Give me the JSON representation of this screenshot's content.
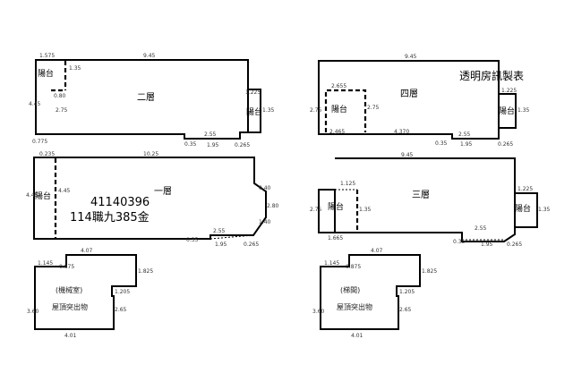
{
  "maker": "透明房訊製表",
  "case_no": "41140396",
  "case_label": "114職九385金",
  "floors": {
    "f2": {
      "name": "二層",
      "balcony_left": "陽台",
      "balcony_right": "陽台",
      "dims": [
        "1.575",
        "9.45",
        "1.35",
        "0.80",
        "2.75",
        "4.45",
        "0.775",
        "1.225",
        "1.35",
        "2.55",
        "1.95",
        "0.265",
        "0.35"
      ]
    },
    "f4": {
      "name": "四層",
      "balcony_left": "陽台",
      "balcony_right": "陽台",
      "dims": [
        "9.45",
        "2.655",
        "2.75",
        "2.465",
        "4.370",
        "1.225",
        "1.35",
        "2.55",
        "1.95",
        "0.265",
        "0.35",
        "2.75"
      ]
    },
    "f1": {
      "name": "一層",
      "balcony": "陽台",
      "dims": [
        "0.235",
        "10.25",
        "4.45",
        "4.45",
        "0.40",
        "2.80",
        "1.40",
        "2.55",
        "1.95",
        "0.265",
        "0.35"
      ]
    },
    "f3": {
      "name": "三層",
      "balcony_left": "陽台",
      "balcony_right": "陽台",
      "dims": [
        "9.45",
        "1.125",
        "2.75",
        "1.35",
        "1.665",
        "1.225",
        "1.35",
        "2.55",
        "1.95",
        "0.265",
        "0.35"
      ]
    },
    "roof_left": {
      "room": "(機械室)",
      "label": "屋頂突出物",
      "dims": [
        "4.07",
        "1.145",
        "0.875",
        "1.825",
        "1.205",
        "2.65",
        "3.60",
        "4.01"
      ]
    },
    "roof_right": {
      "room": "(梯間)",
      "label": "屋頂突出物",
      "dims": [
        "4.07",
        "1.145",
        "0.875",
        "1.825",
        "1.205",
        "2.65",
        "3.60",
        "4.01"
      ]
    }
  }
}
